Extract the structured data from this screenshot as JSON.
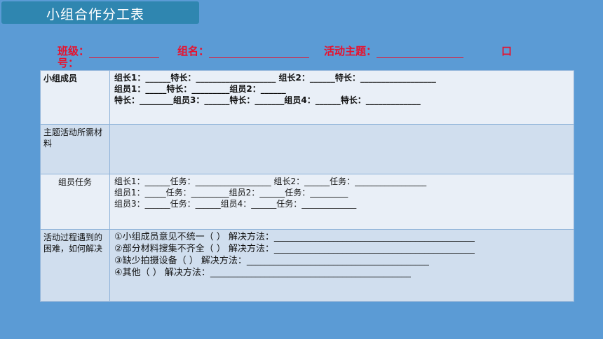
{
  "title": "小组合作分工表",
  "header": {
    "class_label": "班级：",
    "group_label": "组名：",
    "theme_label": "活动主题：",
    "number_label_top": "口",
    "number_label_bottom": "号："
  },
  "rows": [
    {
      "label": "小组成员",
      "lines": [
        "组长1：______特长：___________________ 组长2：______特长：__________________",
        "组员1：_____特长：_________组员2：______",
        "特长：________组员3：______特长：_______组员4：______特长：_____________"
      ]
    },
    {
      "label": "主题活动所需材料",
      "lines": []
    },
    {
      "label": "组员任务",
      "lines": [
        "组长1：______任务：__________________  组长2：______任务：_________________",
        "组员1：_____任务：_________组员2：______任务：_________",
        "组员3：______任务：______组员4：______任务：_____________"
      ]
    },
    {
      "label": "活动过程遇到的困难，如何解决",
      "lines": [
        "①小组成员意见不统一（   ）    解决方法：____________________________________________",
        "②部分材料搜集不齐全（   ）    解决方法：____________________________________________",
        "③缺少拍摄设备（   ）         解决方法：________________________________________",
        "④其他（   ）           解决方法：____________________________________________"
      ]
    }
  ]
}
